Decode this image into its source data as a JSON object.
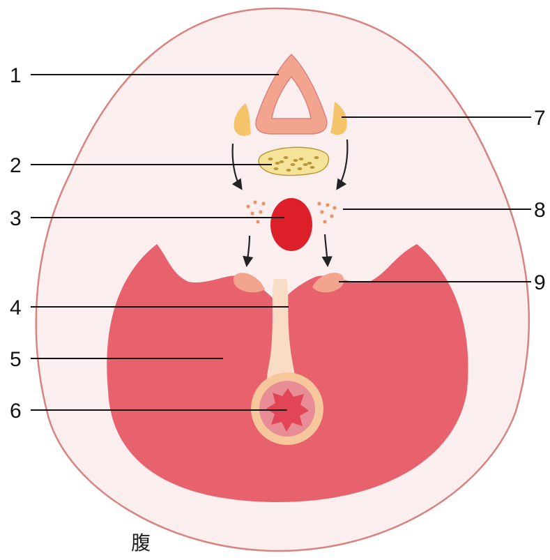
{
  "labels": {
    "l1": "1",
    "l2": "2",
    "l3": "3",
    "l4": "4",
    "l5": "5",
    "l6": "6",
    "l7": "7",
    "l8": "8",
    "l9": "9"
  },
  "caption": "腹",
  "colors": {
    "outline": "#d9837f",
    "body_fill": "#fbeeee",
    "cavity": "#e8626e",
    "aorta": "#dd1f2a",
    "notochord": "#f2a48f",
    "ganglia": "#f5c46a",
    "yellow_organ": "#f6e39a",
    "mesentery": "#f9dcc5",
    "gut_wall": "#f6c79a",
    "gut_inner": "#e88c95",
    "lumen": "#e24458",
    "dots": "#e8956b"
  }
}
